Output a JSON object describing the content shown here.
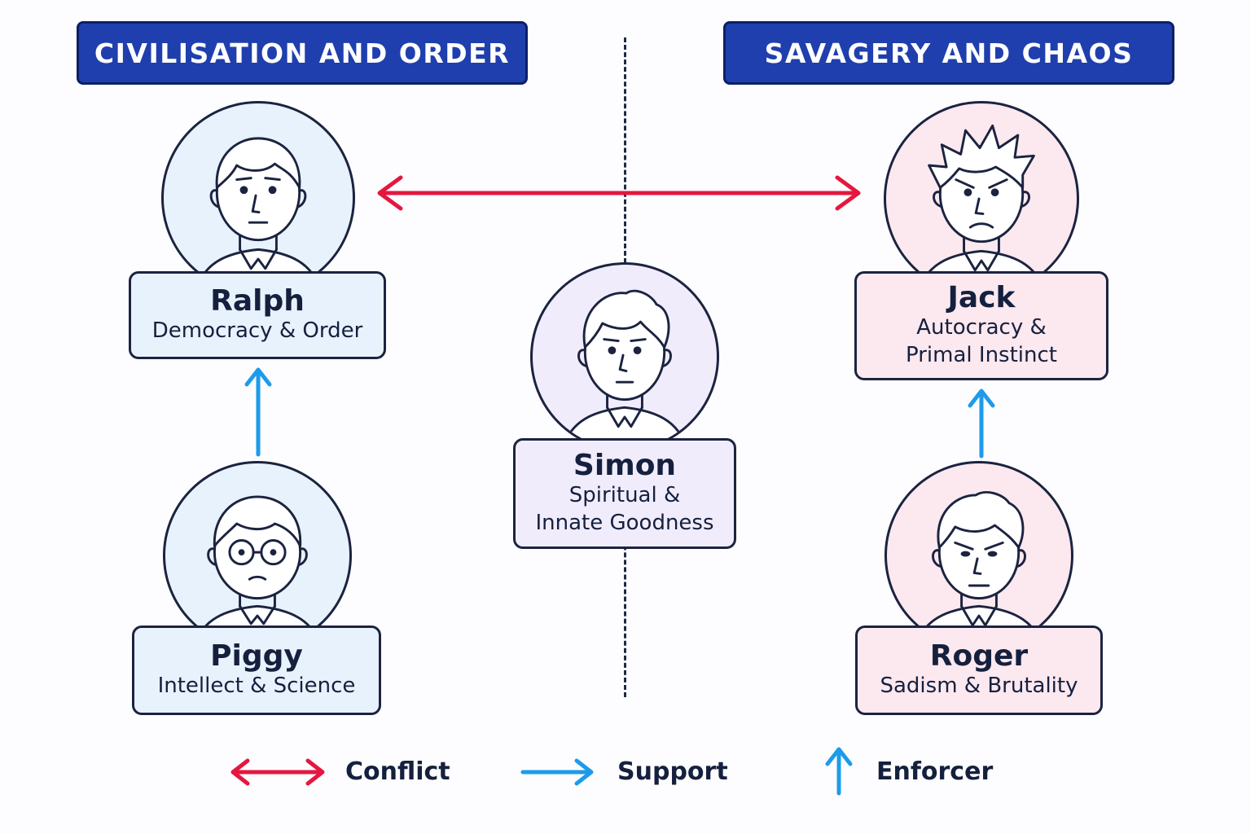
{
  "headers": {
    "left": "CIVILISATION AND ORDER",
    "right": "SAVAGERY AND CHAOS"
  },
  "characters": {
    "ralph": {
      "name": "Ralph",
      "role_lines": [
        "Democracy & Order"
      ]
    },
    "piggy": {
      "name": "Piggy",
      "role_lines": [
        "Intellect & Science"
      ]
    },
    "simon": {
      "name": "Simon",
      "role_lines": [
        "Spiritual &",
        "Innate Goodness"
      ]
    },
    "jack": {
      "name": "Jack",
      "role_lines": [
        "Autocracy &",
        "Primal Instinct"
      ]
    },
    "roger": {
      "name": "Roger",
      "role_lines": [
        "Sadism & Brutality"
      ]
    }
  },
  "relationships": [
    {
      "from": "Ralph",
      "to": "Jack",
      "type": "conflict"
    },
    {
      "from": "Piggy",
      "to": "Ralph",
      "type": "support"
    },
    {
      "from": "Roger",
      "to": "Jack",
      "type": "enforcer"
    }
  ],
  "legend": {
    "conflict": "Conflict",
    "support": "Support",
    "enforcer": "Enforcer"
  },
  "colors": {
    "conflict": "#e5173f",
    "support": "#1d9bea",
    "header": "#1f3fae",
    "civilisation_fill": "#e8f2fc",
    "neutral_fill": "#f1ecfb",
    "savagery_fill": "#fce8ef"
  },
  "icons": {
    "ralph": "boy-portrait-icon",
    "piggy": "boy-with-glasses-portrait-icon",
    "simon": "boy-portrait-icon",
    "jack": "angry-boy-portrait-icon",
    "roger": "scowling-boy-portrait-icon"
  }
}
